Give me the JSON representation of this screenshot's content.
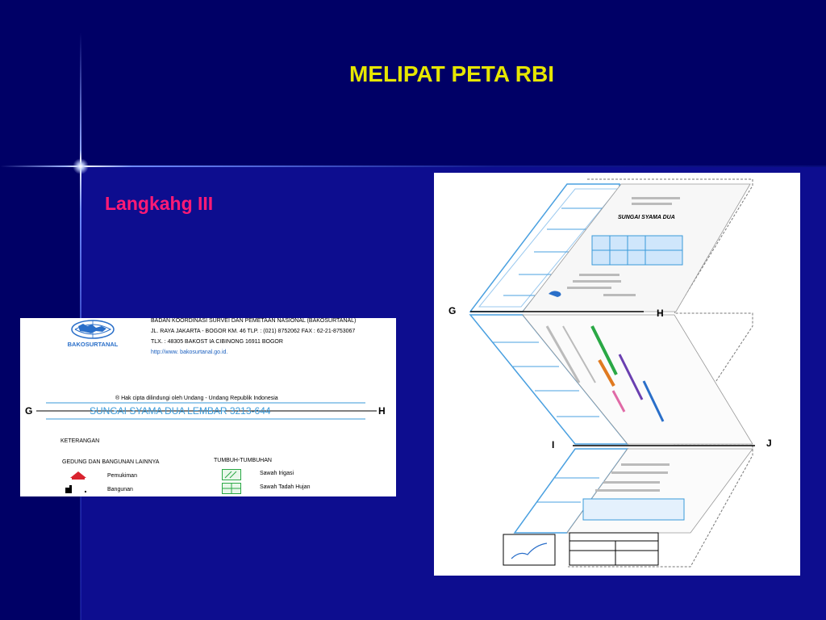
{
  "slide": {
    "title": "MELIPAT PETA RBI",
    "subtitle": "Langkahg III"
  },
  "legend": {
    "org_line1": "BADAN KOORDINASI SURVEI DAN PEMETAAN NASIONAL (BAKOSURTANAL)",
    "org_line2": "JL. RAYA JAKARTA - BOGOR KM. 46 TLP. : (021) 8752062  FAX : 62-21-8753067",
    "org_line3": "TLX. : 48305 BAKOST IA CIBINONG 16911  BOGOR",
    "website": "http://www. bakosurtanal.go.id.",
    "logo_text": "BAKOSURTANAL",
    "copyright": "® Hak cipta dilindungi oleh Undang - Undang Republik Indonesia",
    "map_title": "SUNGAI SYAMA DUA LEMBAR 3213-644",
    "left_letter": "G",
    "right_letter": "H",
    "keterangan": "KETERANGAN",
    "group1": "GEDUNG DAN BANGUNAN LAINNYA",
    "group2": "TUMBUH-TUMBUHAN",
    "item_pemukiman": "Pemukiman",
    "item_bangunan": "Bangunan",
    "item_sawah_irigasi": "Sawah Irigasi",
    "item_sawah_tadah": "Sawah Tadah Hujan"
  },
  "fold": {
    "letter_g": "G",
    "letter_h": "H",
    "letter_i": "I",
    "letter_j": "J",
    "panel_title": "SUNGAI SYAMA DUA"
  },
  "colors": {
    "background": "#0d0d8f",
    "title": "#e6e600",
    "subtitle": "#ff1a75",
    "line_blue": "#3a9ad9"
  }
}
